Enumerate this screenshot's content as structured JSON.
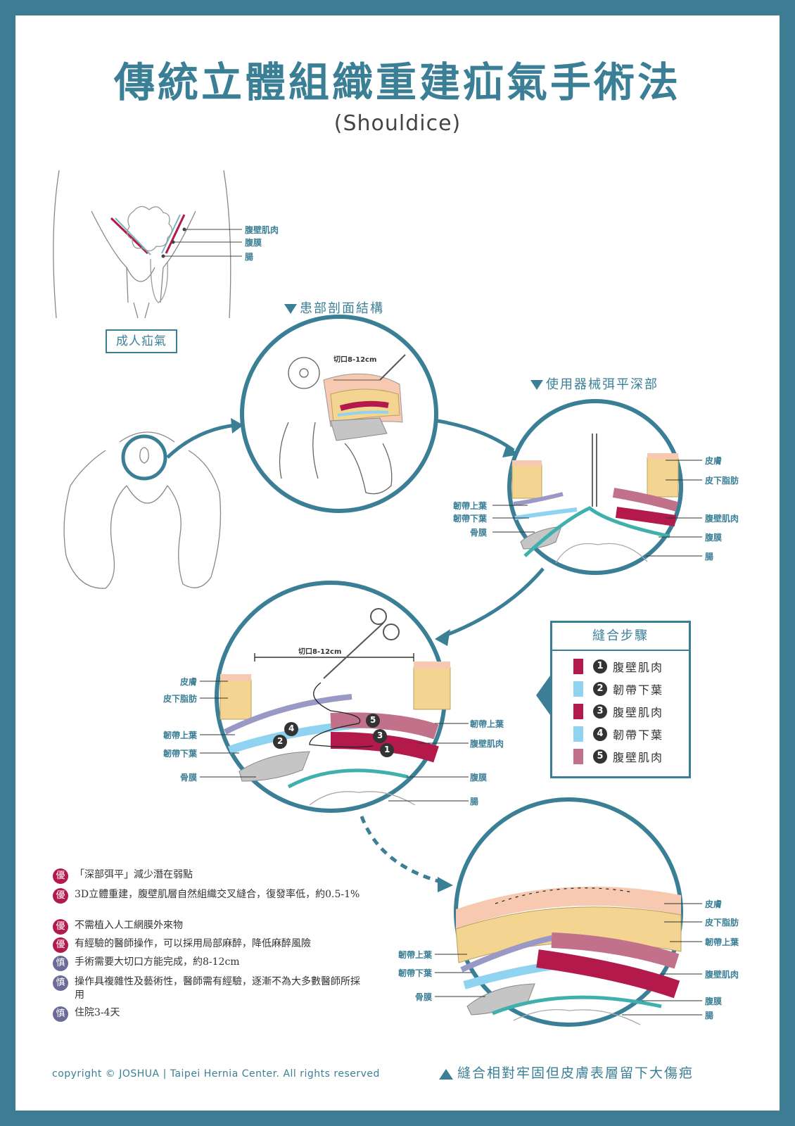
{
  "title": "傳統立體組織重建疝氣手術法",
  "subtitle": "(Shouldice)",
  "colors": {
    "frame": "#3c7d93",
    "accent": "#3b7f96",
    "muscle": "#b3194a",
    "fascia": "#8fd3f1",
    "muscle_light": "#c1718a",
    "pro": "#b3194a",
    "con": "#6b6a98"
  },
  "adult_figure": {
    "labels": [
      "腹壁肌肉",
      "腹膜",
      "腸"
    ],
    "caption": "成人疝氣"
  },
  "section1": {
    "heading": "患部剖面結構",
    "incision": "切口8-12cm"
  },
  "section2": {
    "heading": "使用器械弭平深部",
    "labels_right": [
      "皮膚",
      "皮下脂肪",
      "腹壁肌肉",
      "腹膜",
      "腸"
    ],
    "labels_left": [
      "韌帶上葉",
      "韌帶下葉",
      "骨膜"
    ]
  },
  "section3": {
    "incision": "切口8-12cm",
    "labels_left": [
      "皮膚",
      "皮下脂肪",
      "韌帶上葉",
      "韌帶下葉",
      "骨膜"
    ],
    "labels_right": [
      "韌帶上葉",
      "腹壁肌肉",
      "腹膜",
      "腸"
    ],
    "markers": [
      "1",
      "2",
      "3",
      "4",
      "5"
    ]
  },
  "steps": {
    "heading": "縫合步驟",
    "items": [
      {
        "num": "1",
        "label": "腹壁肌肉",
        "color": "#b3194a"
      },
      {
        "num": "2",
        "label": "韌帶下葉",
        "color": "#8fd3f1"
      },
      {
        "num": "3",
        "label": "腹壁肌肉",
        "color": "#b3194a"
      },
      {
        "num": "4",
        "label": "韌帶下葉",
        "color": "#8fd3f1"
      },
      {
        "num": "5",
        "label": "腹壁肌肉",
        "color": "#c1718a"
      }
    ]
  },
  "section4": {
    "labels_right": [
      "皮膚",
      "皮下脂肪",
      "韌帶上葉",
      "腹壁肌肉",
      "腹膜",
      "腸"
    ],
    "labels_left": [
      "韌帶上葉",
      "韌帶下葉",
      "骨膜"
    ],
    "caption": "縫合相對牢固但皮膚表層留下大傷疤"
  },
  "pros_cons": [
    {
      "badge": "優",
      "type": "pro",
      "text": "「深部弭平」減少潛在弱點"
    },
    {
      "badge": "優",
      "type": "pro",
      "text": "3D立體重建，腹壁肌層自然組織交叉縫合，復發率低，約0.5-1%"
    },
    {
      "badge": "優",
      "type": "pro",
      "text": "不需植入人工網膜外來物"
    },
    {
      "badge": "優",
      "type": "pro",
      "text": "有經驗的醫師操作，可以採用局部麻醉，降低麻醉風險"
    },
    {
      "badge": "慎",
      "type": "con",
      "text": "手術需要大切口方能完成，約8-12cm"
    },
    {
      "badge": "慎",
      "type": "con",
      "text": "操作具複雜性及藝術性，醫師需有經驗，逐漸不為大多數醫師所採用"
    },
    {
      "badge": "慎",
      "type": "con",
      "text": "住院3-4天"
    }
  ],
  "footer": "copyright © JOSHUA | Taipei Hernia Center. All rights reserved"
}
